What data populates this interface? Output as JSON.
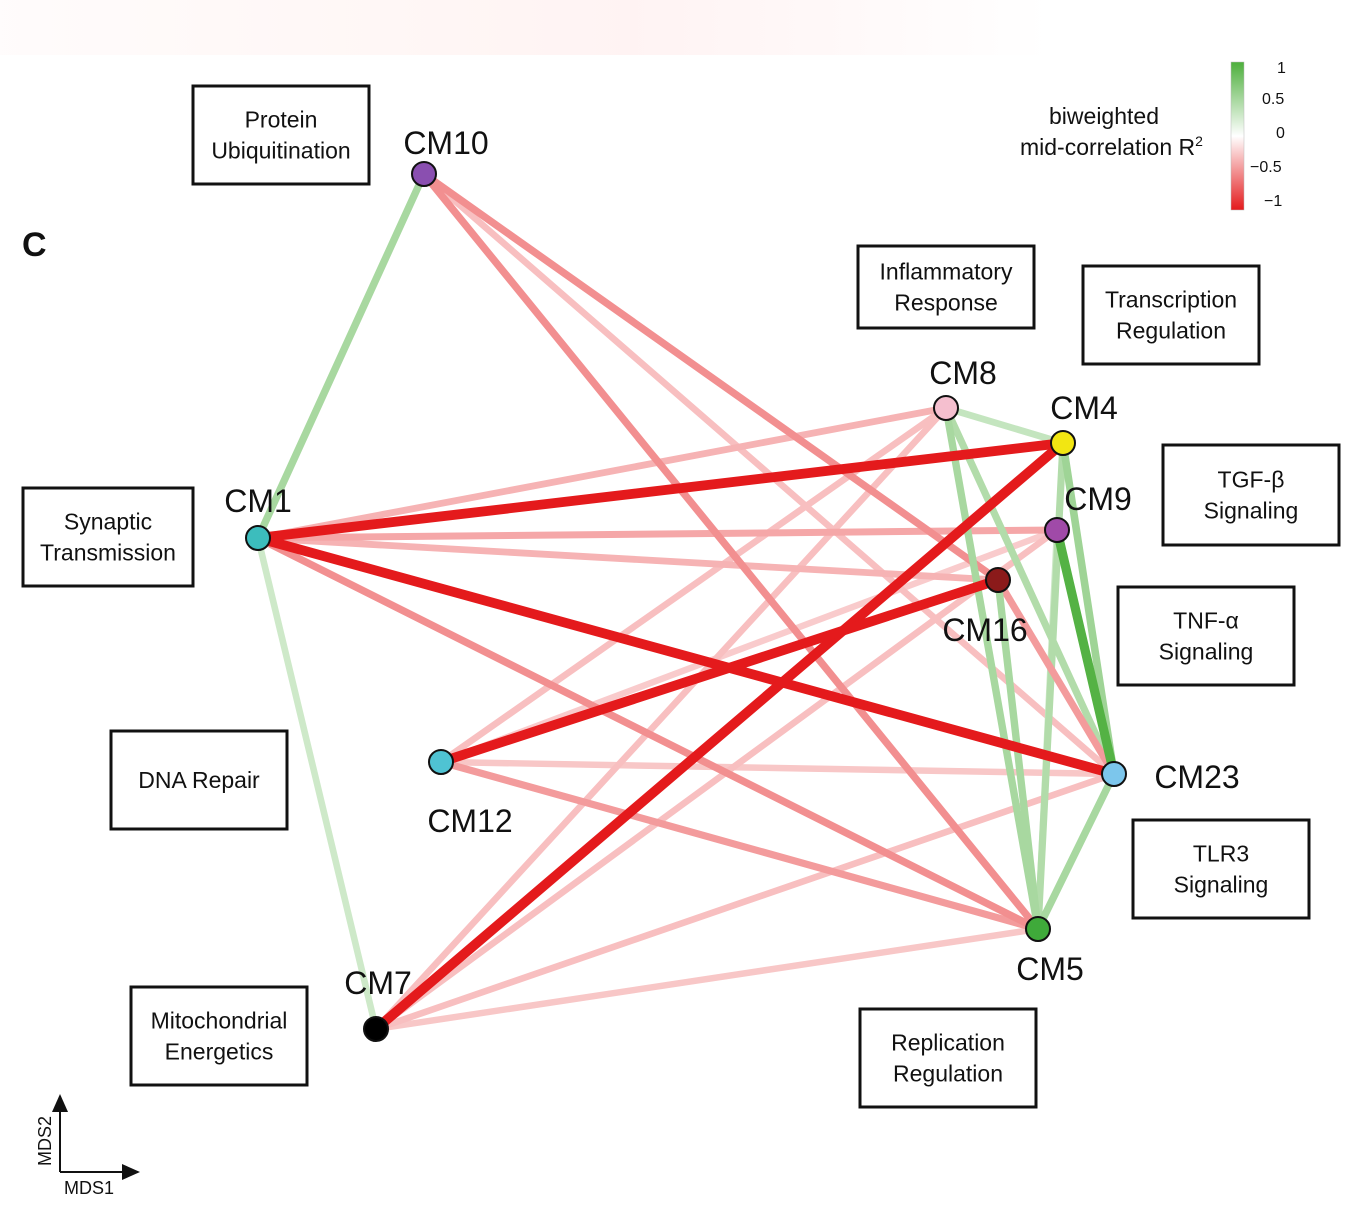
{
  "panel_letter": "C",
  "legend": {
    "title_line1": "biweighted",
    "title_line2": "mid-correlation R",
    "title_superscript": "2",
    "ticks": [
      "1",
      "0.5",
      "0",
      "−0.5",
      "−1"
    ],
    "colors": {
      "strong_positive": "#4daf3c",
      "neutral": "#ffffff",
      "strong_negative": "#e41a1c"
    }
  },
  "axes": {
    "x_label": "MDS1",
    "y_label": "MDS2"
  },
  "modules": [
    {
      "id": "CM10",
      "label": "CM10",
      "color": "#8a4fb0"
    },
    {
      "id": "CM1",
      "label": "CM1",
      "color": "#3cbdbd"
    },
    {
      "id": "CM8",
      "label": "CM8",
      "color": "#f5bfcf"
    },
    {
      "id": "CM4",
      "label": "CM4",
      "color": "#f2e612"
    },
    {
      "id": "CM9",
      "label": "CM9",
      "color": "#a04aa8"
    },
    {
      "id": "CM16",
      "label": "CM16",
      "color": "#8b1a1a"
    },
    {
      "id": "CM12",
      "label": "CM12",
      "color": "#4fc3d3"
    },
    {
      "id": "CM23",
      "label": "CM23",
      "color": "#7cc6ec"
    },
    {
      "id": "CM5",
      "label": "CM5",
      "color": "#3faa3a"
    },
    {
      "id": "CM7",
      "label": "CM7",
      "color": "#000000"
    }
  ],
  "annotations": [
    {
      "id": "protein-ubiquitination",
      "lines": [
        "Protein",
        "Ubiquitination"
      ]
    },
    {
      "id": "inflammatory-response",
      "lines": [
        "Inflammatory",
        "Response"
      ]
    },
    {
      "id": "transcription-regulation",
      "lines": [
        "Transcription",
        "Regulation"
      ]
    },
    {
      "id": "synaptic-transmission",
      "lines": [
        "Synaptic",
        "Transmission"
      ]
    },
    {
      "id": "tgf-beta-signaling",
      "lines": [
        "TGF-β",
        "Signaling"
      ]
    },
    {
      "id": "tnf-alpha-signaling",
      "lines": [
        "TNF-α",
        "Signaling"
      ]
    },
    {
      "id": "dna-repair",
      "lines": [
        "DNA Repair"
      ]
    },
    {
      "id": "tlr3-signaling",
      "lines": [
        "TLR3",
        "Signaling"
      ]
    },
    {
      "id": "mitochondrial-energetics",
      "lines": [
        "Mitochondrial",
        "Energetics"
      ]
    },
    {
      "id": "replication-regulation",
      "lines": [
        "Replication",
        "Regulation"
      ]
    }
  ],
  "edges": [
    {
      "source": "CM10",
      "target": "CM1",
      "r": 0.35
    },
    {
      "source": "CM10",
      "target": "CM23",
      "r": -0.15
    },
    {
      "source": "CM10",
      "target": "CM5",
      "r": -0.35
    },
    {
      "source": "CM10",
      "target": "CM16",
      "r": -0.35
    },
    {
      "source": "CM1",
      "target": "CM7",
      "r": 0.15
    },
    {
      "source": "CM1",
      "target": "CM4",
      "r": -0.95
    },
    {
      "source": "CM1",
      "target": "CM23",
      "r": -0.95
    },
    {
      "source": "CM1",
      "target": "CM8",
      "r": -0.2
    },
    {
      "source": "CM1",
      "target": "CM9",
      "r": -0.25
    },
    {
      "source": "CM1",
      "target": "CM16",
      "r": -0.2
    },
    {
      "source": "CM1",
      "target": "CM5",
      "r": -0.35
    },
    {
      "source": "CM8",
      "target": "CM23",
      "r": 0.3
    },
    {
      "source": "CM8",
      "target": "CM5",
      "r": 0.35
    },
    {
      "source": "CM8",
      "target": "CM4",
      "r": 0.2
    },
    {
      "source": "CM4",
      "target": "CM23",
      "r": 0.4
    },
    {
      "source": "CM4",
      "target": "CM5",
      "r": 0.3
    },
    {
      "source": "CM4",
      "target": "CM7",
      "r": -0.95
    },
    {
      "source": "CM9",
      "target": "CM23",
      "r": 0.8
    },
    {
      "source": "CM9",
      "target": "CM5",
      "r": 0.15
    },
    {
      "source": "CM16",
      "target": "CM5",
      "r": 0.35
    },
    {
      "source": "CM16",
      "target": "CM23",
      "r": 0.15
    },
    {
      "source": "CM12",
      "target": "CM16",
      "r": -0.95
    },
    {
      "source": "CM12",
      "target": "CM8",
      "r": -0.15
    },
    {
      "source": "CM12",
      "target": "CM9",
      "r": -0.1
    },
    {
      "source": "CM12",
      "target": "CM23",
      "r": -0.12
    },
    {
      "source": "CM12",
      "target": "CM5",
      "r": -0.3
    },
    {
      "source": "CM7",
      "target": "CM8",
      "r": -0.15
    },
    {
      "source": "CM7",
      "target": "CM9",
      "r": -0.15
    },
    {
      "source": "CM7",
      "target": "CM23",
      "r": -0.15
    },
    {
      "source": "CM7",
      "target": "CM5",
      "r": -0.12
    },
    {
      "source": "CM23",
      "target": "CM5",
      "r": 0.35
    },
    {
      "source": "CM23",
      "target": "CM16",
      "r": -0.3
    }
  ]
}
